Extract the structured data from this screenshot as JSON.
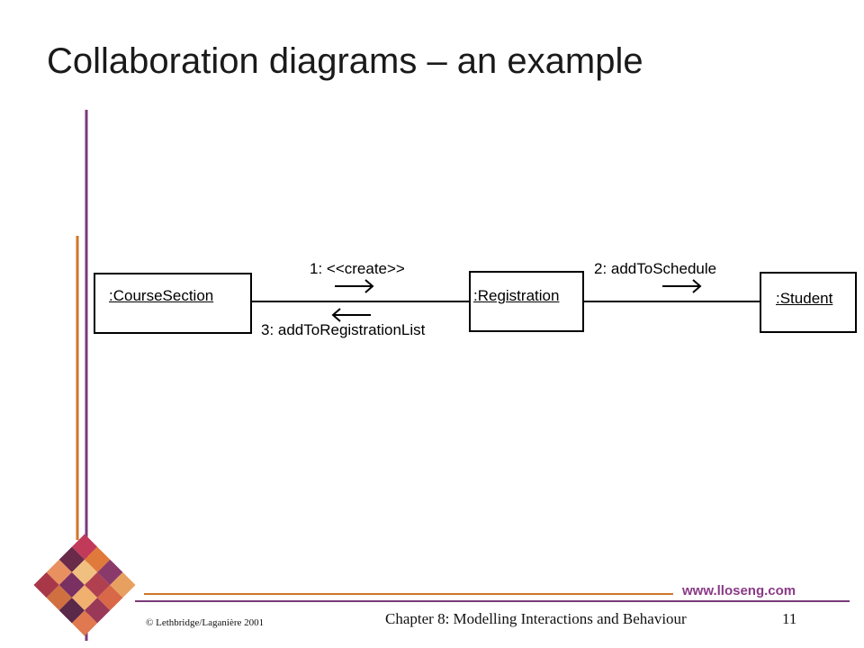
{
  "slide": {
    "title": "Collaboration diagrams – an example"
  },
  "diagram": {
    "objects": [
      {
        "id": "course_section",
        "label": ":CourseSection"
      },
      {
        "id": "registration",
        "label": ":Registration"
      },
      {
        "id": "student",
        "label": ":Student"
      }
    ],
    "messages": [
      {
        "id": "m1",
        "label": "1: <<create>>",
        "direction": "right"
      },
      {
        "id": "m2",
        "label": "2: addToSchedule",
        "direction": "right"
      },
      {
        "id": "m3",
        "label": "3: addToRegistrationList",
        "direction": "left"
      }
    ]
  },
  "footer": {
    "copyright": "© Lethbridge/Laganière 2001",
    "chapter": "Chapter 8: Modelling Interactions and Behaviour",
    "page": "11",
    "website": "www.lloseng.com"
  },
  "colors": {
    "purple_line": "#7a3a78",
    "orange_line": "#d0762a",
    "website_text": "#8a3a86"
  }
}
